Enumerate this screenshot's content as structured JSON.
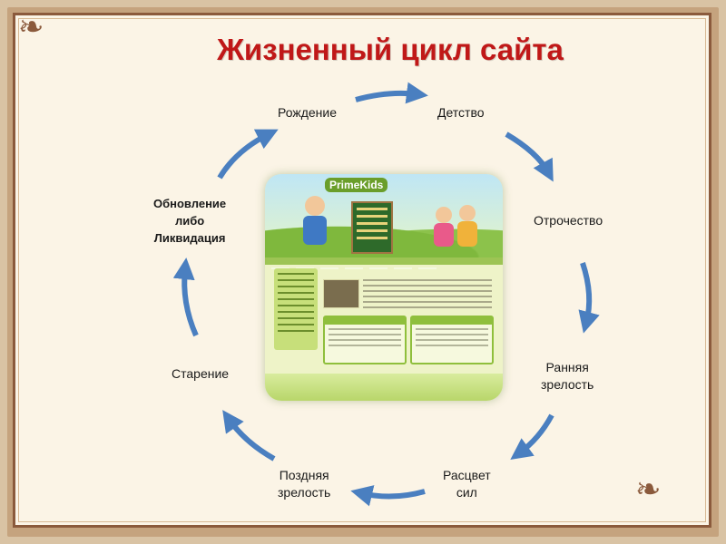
{
  "title": "Жизненный цикл сайта",
  "stages": [
    {
      "id": "birth",
      "label": "Рождение"
    },
    {
      "id": "childhood",
      "label": "Детство"
    },
    {
      "id": "adolescence",
      "label": "Отрочество"
    },
    {
      "id": "early-maturity",
      "label": "Ранняя\nзрелость"
    },
    {
      "id": "prime",
      "label": "Расцвет\nсил"
    },
    {
      "id": "late-maturity",
      "label": "Поздняя\nзрелость"
    },
    {
      "id": "aging",
      "label": "Старение"
    },
    {
      "id": "renewal",
      "label": "Обновление\nлибо\nЛиквидация"
    }
  ],
  "website_image": {
    "logo": "PrimeKids"
  },
  "colors": {
    "title": "#c01818",
    "arrow": "#4a7fc0",
    "frame": "#8b5a3c"
  }
}
